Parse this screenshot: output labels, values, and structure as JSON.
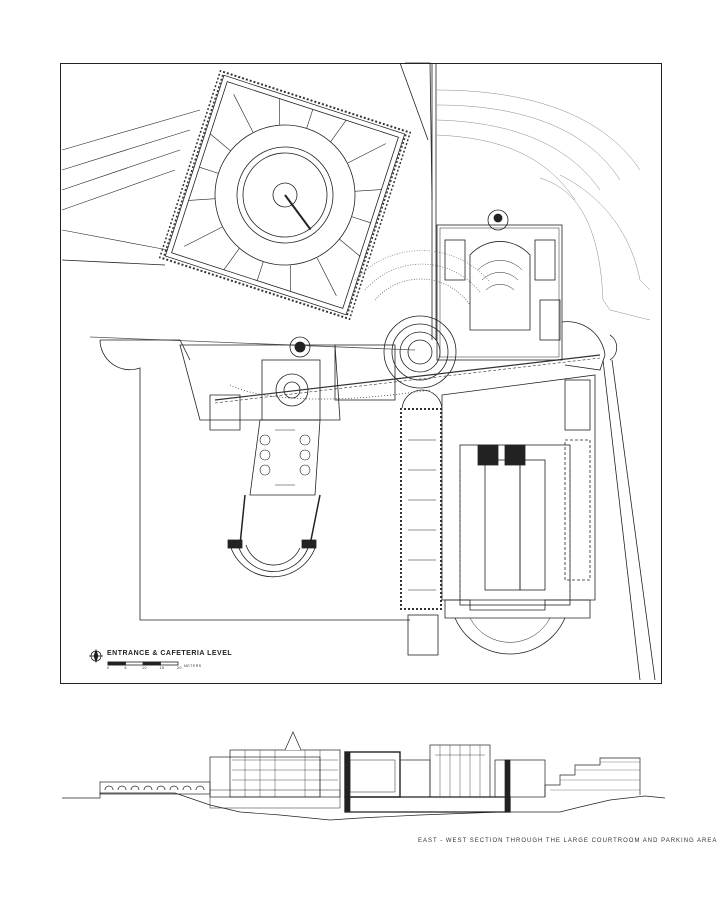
{
  "plan": {
    "caption": "ENTRANCE & CAFETERIA LEVEL",
    "scale_unit": "METERS",
    "scale_ticks": [
      "0",
      "5",
      "10",
      "15",
      "20"
    ]
  },
  "section": {
    "caption": "EAST - WEST SECTION THROUGH THE LARGE COURTROOM AND PARKING AREA"
  },
  "colors": {
    "line": "#222222",
    "faint": "#888888",
    "paper": "#ffffff"
  },
  "icons": {
    "north_arrow": "compass-north-icon"
  }
}
